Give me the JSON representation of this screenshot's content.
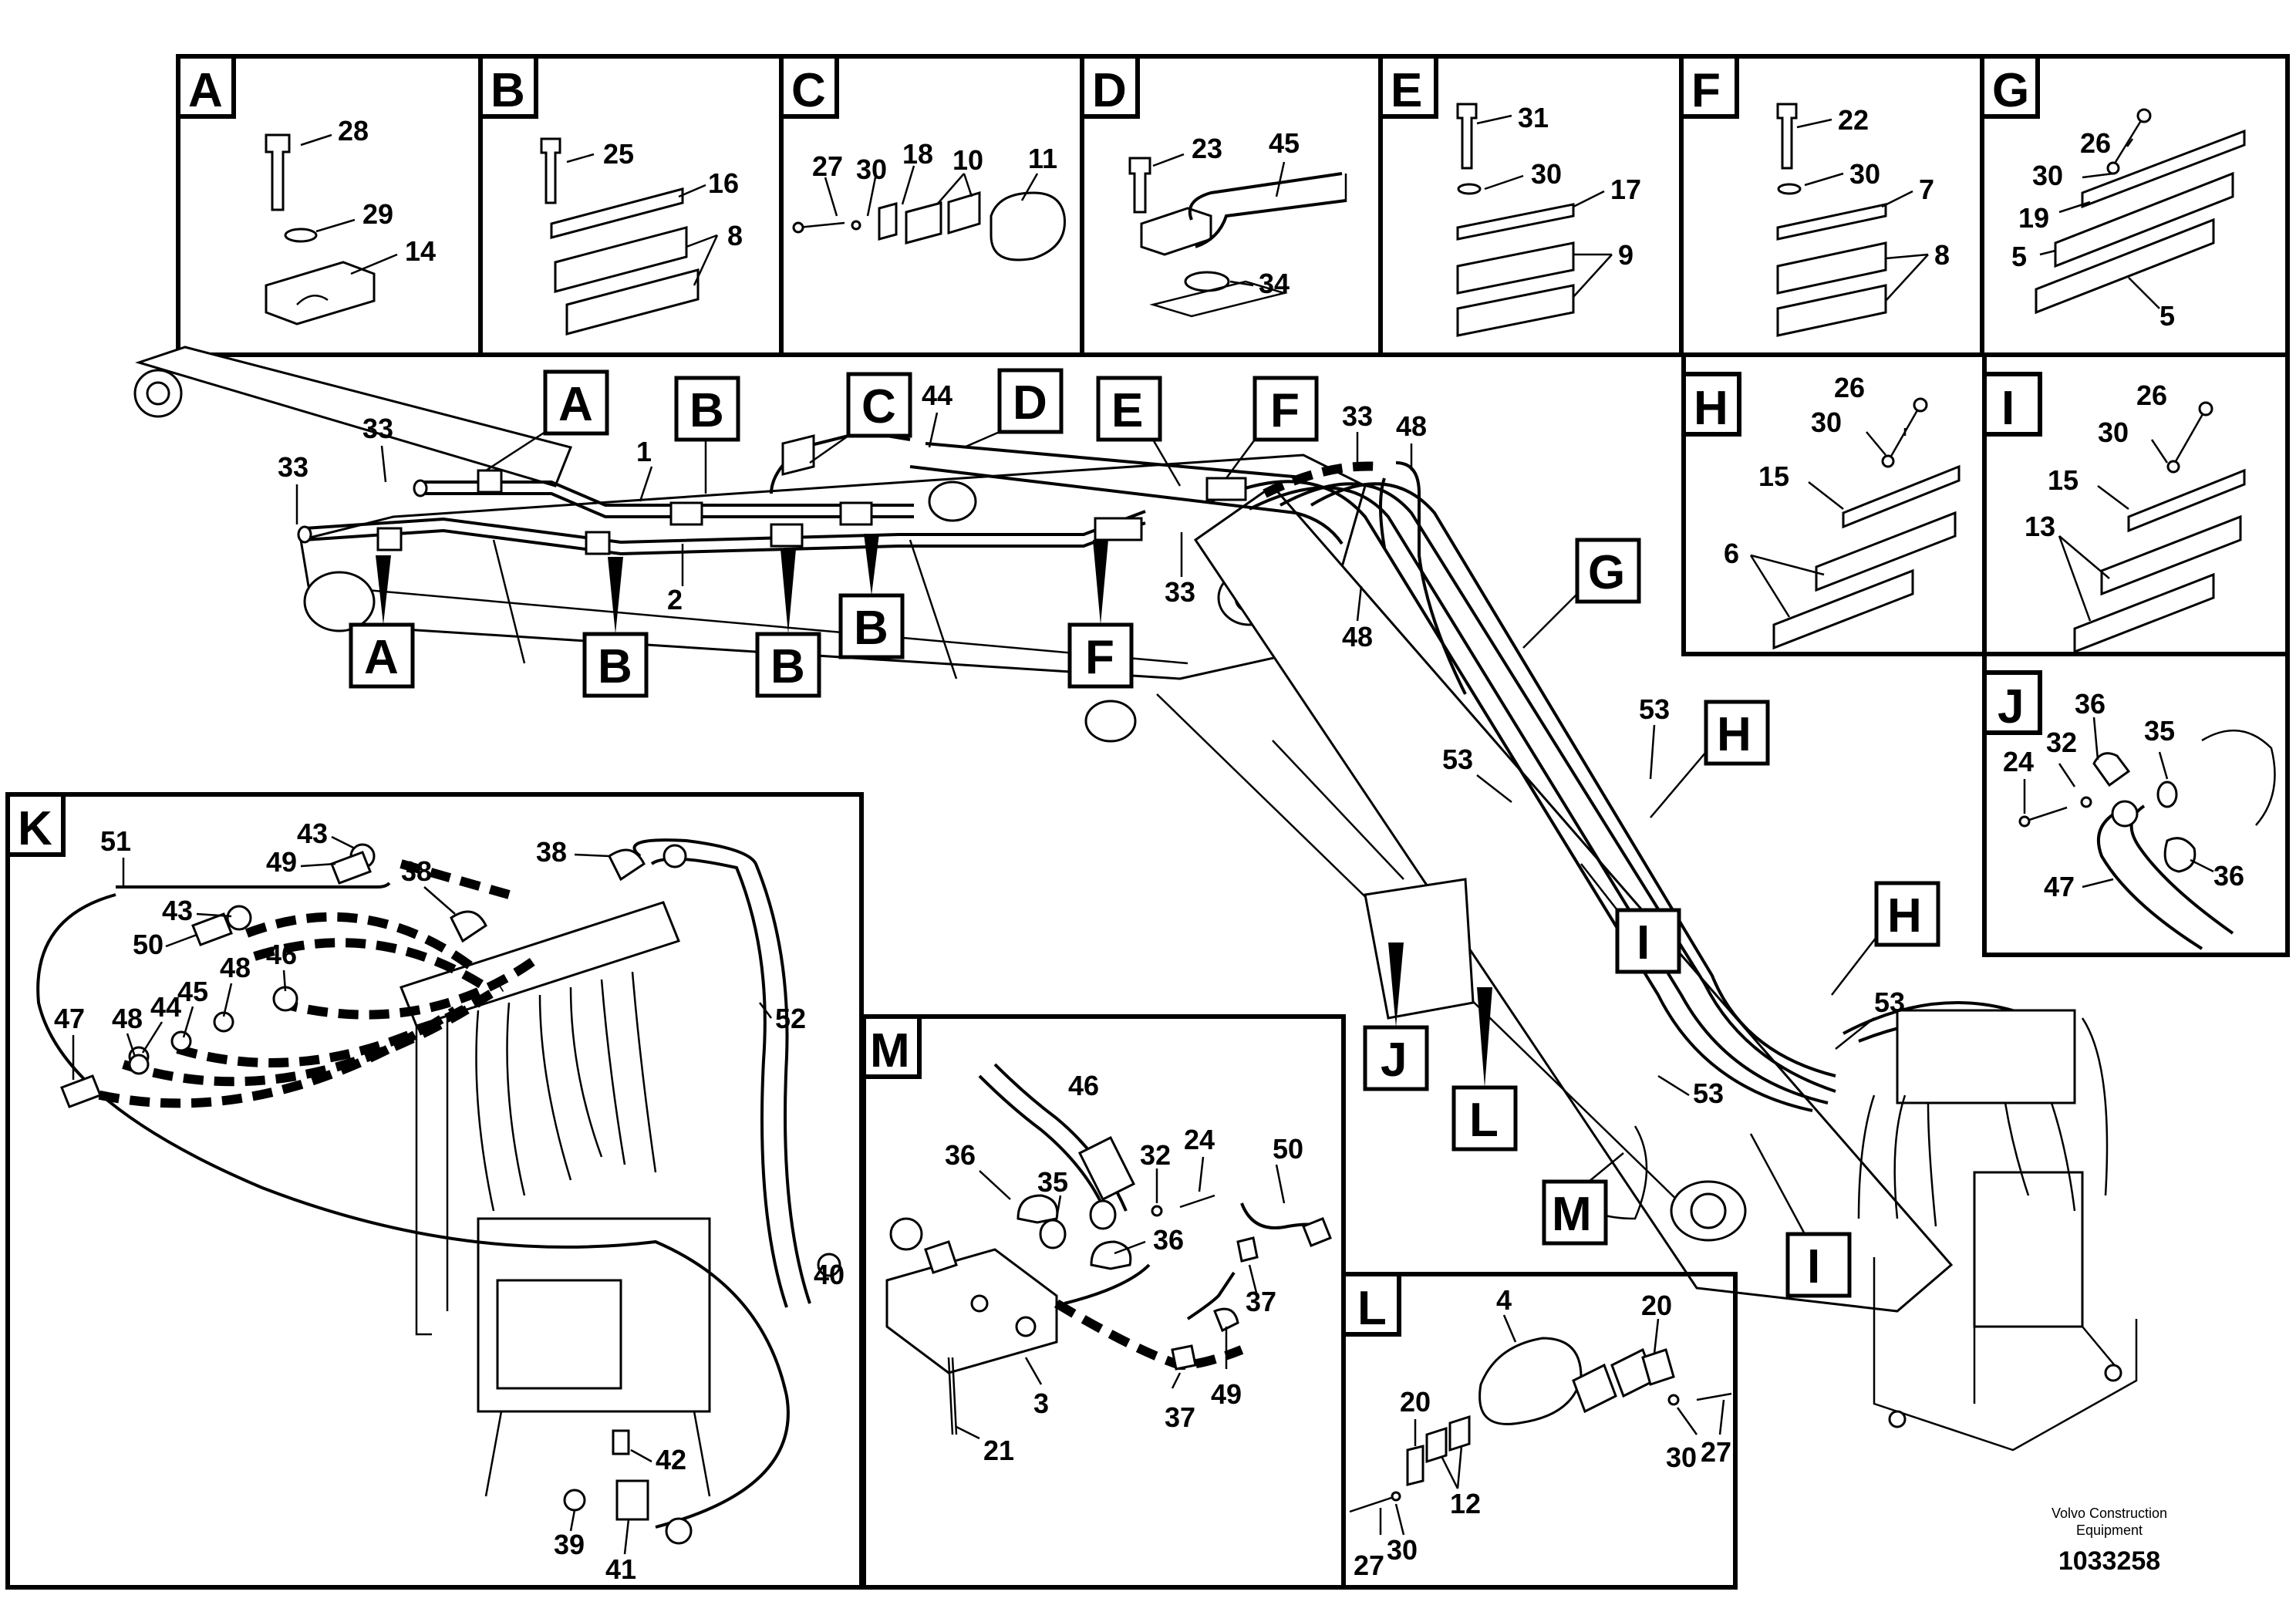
{
  "diagram": {
    "detail_views": [
      "A",
      "B",
      "C",
      "D",
      "E",
      "F",
      "G",
      "H",
      "I",
      "J",
      "K",
      "L",
      "M"
    ],
    "callouts": {
      "boom": [
        "A",
        "B",
        "C",
        "D",
        "E",
        "F",
        "A",
        "B",
        "B",
        "B",
        "F",
        "G",
        "H",
        "I",
        "J",
        "L",
        "M",
        "H",
        "I"
      ],
      "numbers": [
        "33",
        "33",
        "1",
        "2",
        "44",
        "33",
        "33",
        "48",
        "48",
        "53",
        "53",
        "53",
        "53"
      ]
    },
    "view_A": [
      "28",
      "29",
      "14"
    ],
    "view_B": [
      "25",
      "16",
      "8"
    ],
    "view_C": [
      "27",
      "30",
      "18",
      "10",
      "11"
    ],
    "view_D": [
      "23",
      "45",
      "34"
    ],
    "view_E": [
      "31",
      "30",
      "17",
      "9"
    ],
    "view_F": [
      "22",
      "30",
      "7",
      "8"
    ],
    "view_G": [
      "26",
      "30",
      "19",
      "5",
      "5"
    ],
    "view_H": [
      "26",
      "30",
      "15",
      "6"
    ],
    "view_I": [
      "26",
      "30",
      "15",
      "13"
    ],
    "view_J": [
      "36",
      "32",
      "24",
      "35",
      "47",
      "36"
    ],
    "view_K": [
      "51",
      "43",
      "49",
      "38",
      "38",
      "43",
      "50",
      "48",
      "46",
      "45",
      "44",
      "48",
      "47",
      "52",
      "40",
      "42",
      "39",
      "41"
    ],
    "view_L": [
      "4",
      "20",
      "20",
      "12",
      "27",
      "30",
      "30",
      "27"
    ],
    "view_M": [
      "46",
      "36",
      "35",
      "32",
      "24",
      "50",
      "36",
      "37",
      "37",
      "49",
      "3",
      "21"
    ],
    "footer": {
      "brand_line1": "Volvo Construction",
      "brand_line2": "Equipment",
      "drawing_number": "1033258"
    }
  }
}
